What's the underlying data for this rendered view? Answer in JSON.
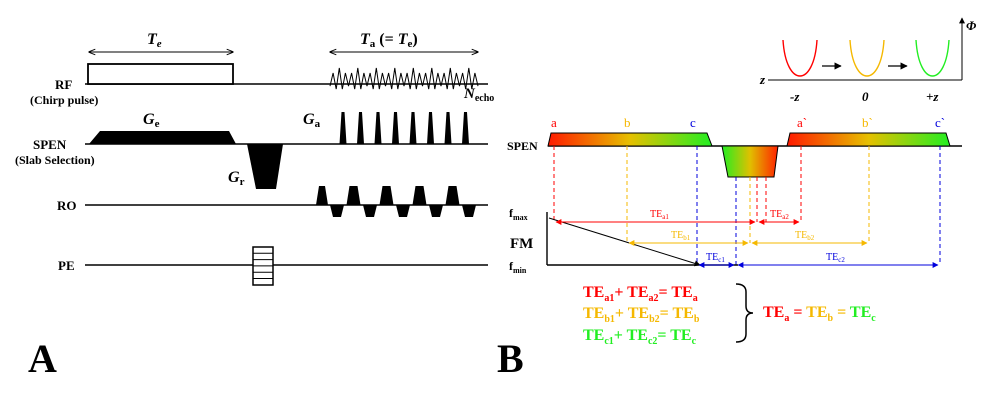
{
  "colors": {
    "red": "#ff0000",
    "orange": "#f5b800",
    "blue": "#0000dd",
    "green": "#22ee22",
    "black": "#000000"
  },
  "panel_a": {
    "panel_label": "A",
    "rf_label": "RF",
    "rf_sub": "(Chirp pulse)",
    "spen_label": "SPEN",
    "spen_sub": "(Slab Selection)",
    "ro_label": "RO",
    "pe_label": "PE",
    "te_label": "T",
    "te_sub": "e",
    "ta_label": "T",
    "ta_sub": "a",
    "ta_eq_open": " (= ",
    "ta_eq_t": "T",
    "ta_eq_sub": "e",
    "ta_eq_close": ")",
    "ge_label": "G",
    "ge_sub": "e",
    "ga_label": "G",
    "ga_sub": "a",
    "gr_label": "G",
    "gr_sub": "r",
    "necho_label": "N",
    "necho_sub": "echo"
  },
  "panel_b": {
    "panel_label": "B",
    "spen_label": "SPEN",
    "points": [
      "a",
      "b",
      "c",
      "a`",
      "b`",
      "c`"
    ],
    "fmax_label": "f",
    "fmax_sub": "max",
    "fmin_label": "f",
    "fmin_sub": "min",
    "fm_label": "FM",
    "intervals": [
      {
        "label": "TE",
        "sub": "a1"
      },
      {
        "label": "TE",
        "sub": "a2"
      },
      {
        "label": "TE",
        "sub": "b1"
      },
      {
        "label": "TE",
        "sub": "b2"
      },
      {
        "label": "TE",
        "sub": "c1"
      },
      {
        "label": "TE",
        "sub": "c2"
      }
    ],
    "inset": {
      "phi_label": "Φ",
      "z_axis_label": "z",
      "neg_z": "-z",
      "zero": "0",
      "pos_z": "+z"
    },
    "equations": [
      {
        "t1": "TE",
        "s1": "a1",
        "plus": "+ ",
        "t2": "TE",
        "s2": "a2",
        "eq": "= ",
        "t3": "TE",
        "s3": "a"
      },
      {
        "t1": "TE",
        "s1": "b1",
        "plus": "+ ",
        "t2": "TE",
        "s2": "b2",
        "eq": "= ",
        "t3": "TE",
        "s3": "b"
      },
      {
        "t1": "TE",
        "s1": "c1",
        "plus": "+ ",
        "t2": "TE",
        "s2": "c2",
        "eq": "= ",
        "t3": "TE",
        "s3": "c"
      }
    ],
    "result": {
      "t1": "TE",
      "s1": "a",
      "eq1": " = ",
      "t2": "TE",
      "s2": "b",
      "eq2": " = ",
      "t3": "TE",
      "s3": "c"
    }
  }
}
